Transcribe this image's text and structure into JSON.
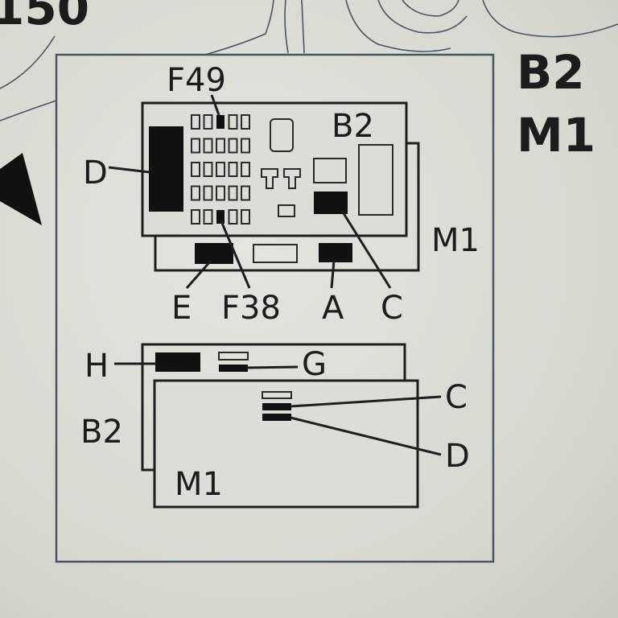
{
  "page_header_fragment": "150",
  "side_labels": {
    "b2": "B2",
    "m1": "M1"
  },
  "top_view": {
    "fuse_f49": "F49",
    "fuse_f38": "F38",
    "board_b2": "B2",
    "board_m1": "M1",
    "connector_d": "D",
    "connector_e": "E",
    "connector_a": "A",
    "connector_c": "C"
  },
  "bottom_view": {
    "connector_h": "H",
    "connector_g": "G",
    "connector_c": "C",
    "connector_d": "D",
    "board_b2": "B2",
    "board_m1": "M1"
  }
}
